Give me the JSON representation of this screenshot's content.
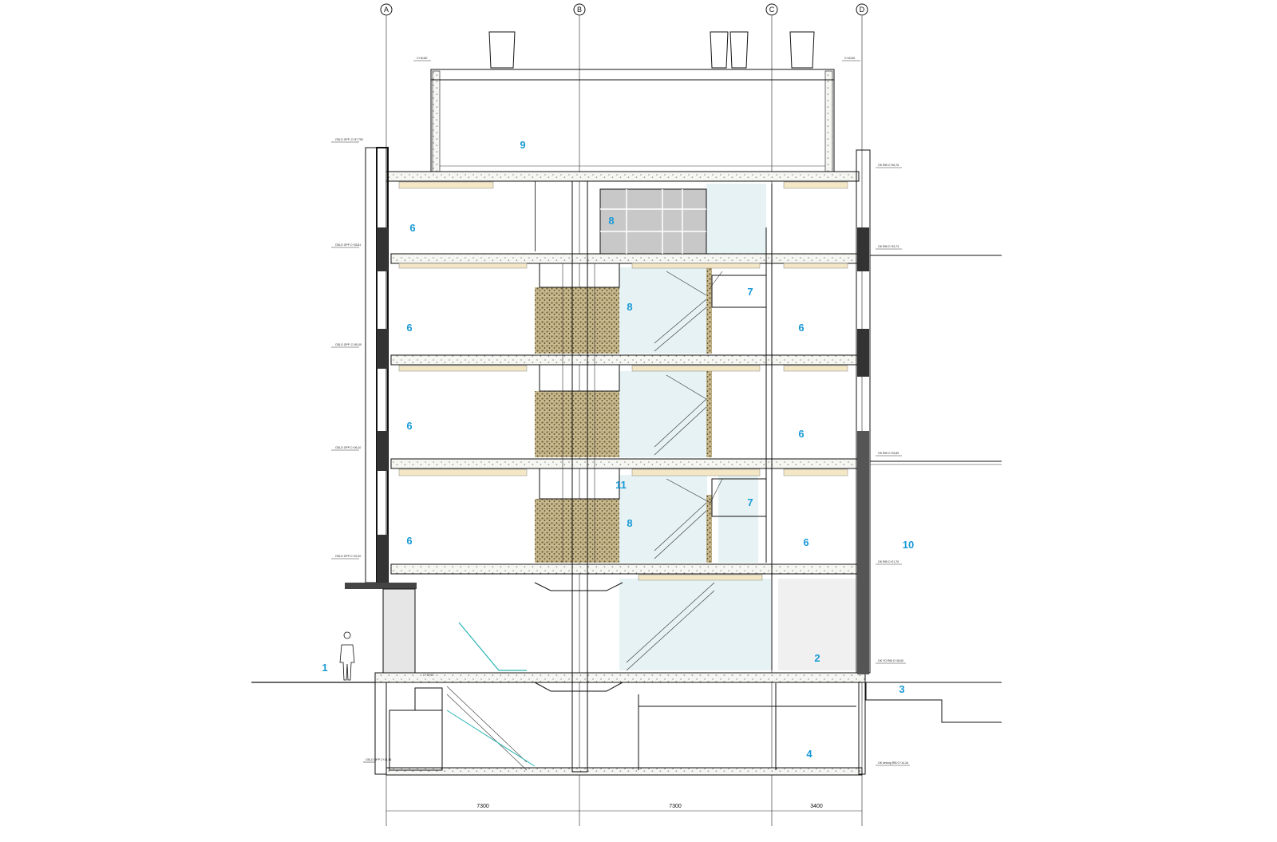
{
  "grid_axes": [
    "A",
    "B",
    "C",
    "D"
  ],
  "dimensions": [
    "7300",
    "7300",
    "3400"
  ],
  "level_labels_left": [
    "OSLO OPP. C+37,750",
    "OSLO OPP C+33,81",
    "OSLO OPP. C+30,00",
    "OSLO OPP C+26,10",
    "OSLO OPP C+22,20",
    "OSLO OPP C+14,16"
  ],
  "level_labels_right": [
    "OK RIB C+36,76",
    "OK RIB C+33,73",
    "OK RIB C+25,85",
    "OK RIB C+21,70",
    "OK YO RIB C+18,00",
    "OK betong RIB C+14,16"
  ],
  "level_labels_top": [
    "C+40,80",
    "C+40,80"
  ],
  "entrance_level": "C+17,90",
  "room_numbers": {
    "r9": "9",
    "r6a": "6",
    "r8a": "8",
    "r8b": "8",
    "r7a": "7",
    "r6b": "6",
    "r6c": "6",
    "r6d": "6",
    "r6e": "6",
    "r11": "11",
    "r7b": "7",
    "r8c": "8",
    "r6f": "6",
    "r6g": "6",
    "r10": "10",
    "r1": "1",
    "r2": "2",
    "r3": "3",
    "r4": "4"
  },
  "colors": {
    "room_number": "#1a9ad6",
    "core_texture": "#b9a77a",
    "glass": "#e6f2f4",
    "lamp": "#f3e7c6",
    "stair_rail": "#2bb5b5"
  }
}
